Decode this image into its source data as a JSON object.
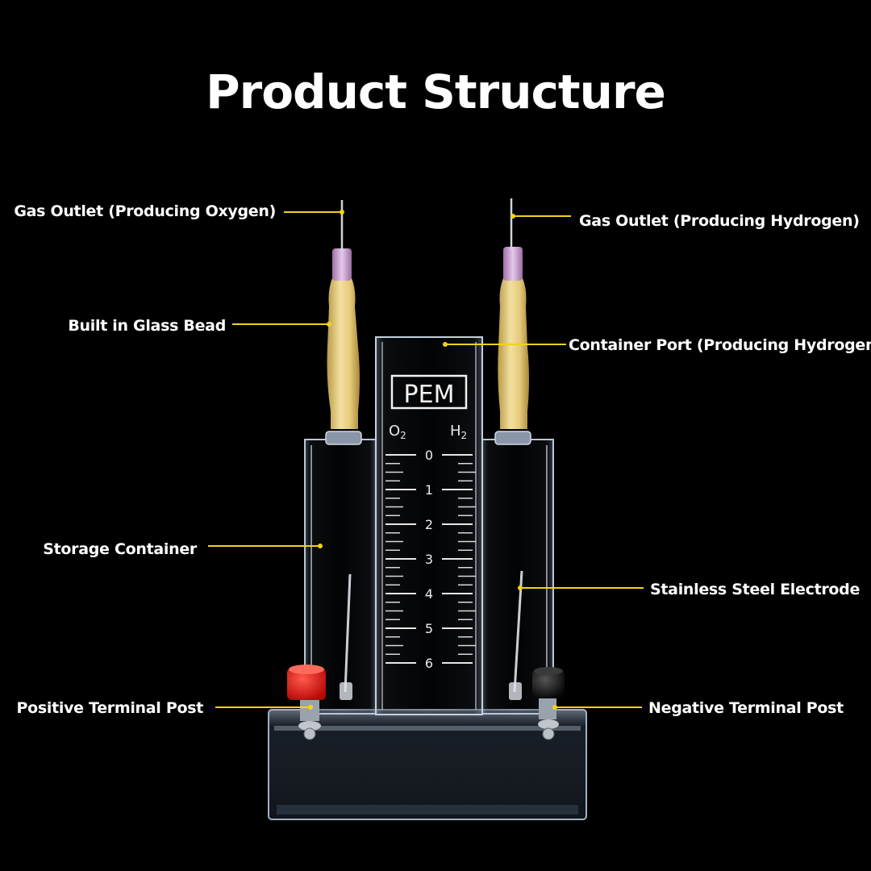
{
  "title": "Product Structure",
  "device": {
    "badge": "PEM",
    "left_gas_label": "O",
    "left_gas_sub": "2",
    "right_gas_label": "H",
    "right_gas_sub": "2",
    "scale": [
      "0",
      "1",
      "2",
      "3",
      "4",
      "5",
      "6"
    ]
  },
  "callouts": {
    "gas_outlet_oxygen": "Gas Outlet (Producing Oxygen)",
    "gas_outlet_hydrogen": "Gas Outlet (Producing Hydrogen)",
    "glass_bead": "Built in Glass Bead",
    "container_port_hydrogen": "Container Port (Producing Hydrogen)",
    "storage_container": "Storage Container",
    "stainless_electrode": "Stainless Steel Electrode",
    "positive_terminal": "Positive Terminal Post",
    "negative_terminal": "Negative Terminal Post"
  },
  "colors": {
    "leader_line": "#f2d21b",
    "label_text": "#ffffff",
    "positive_cap": "#e01414",
    "negative_cap": "#111111",
    "tube": "#e8cf86"
  }
}
